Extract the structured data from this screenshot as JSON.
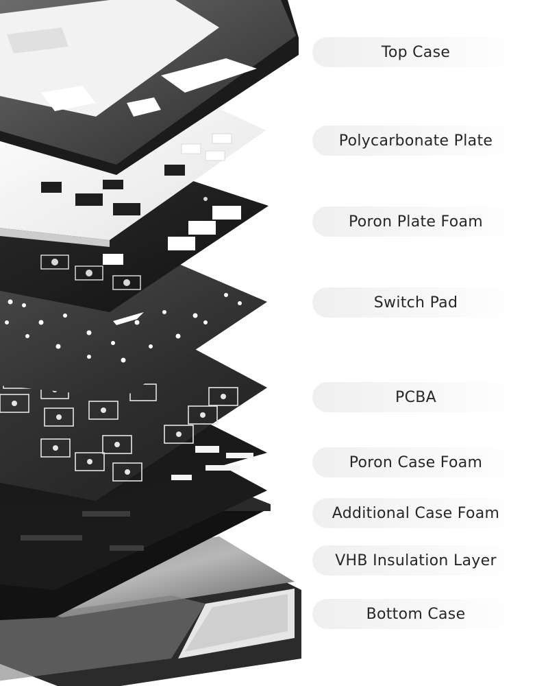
{
  "layers": [
    {
      "name": "Top Case"
    },
    {
      "name": "Polycarbonate Plate"
    },
    {
      "name": "Poron Plate Foam"
    },
    {
      "name": "Switch Pad"
    },
    {
      "name": "PCBA"
    },
    {
      "name": "Poron Case Foam"
    },
    {
      "name": "Additional Case Foam"
    },
    {
      "name": "VHB Insulation Layer"
    },
    {
      "name": "Bottom Case"
    }
  ],
  "colors": {
    "top_case": "#2f2f2f",
    "polycarbonate": "#eeeeee",
    "foam": "#1c1c1c",
    "switch_pad": "#3a3a3a",
    "pcba": "#2d2d2d",
    "vhb": "#151515",
    "bottom_case": "#4a4a4a",
    "pill_bg": "#f2f2f2",
    "label_text": "#262626"
  }
}
